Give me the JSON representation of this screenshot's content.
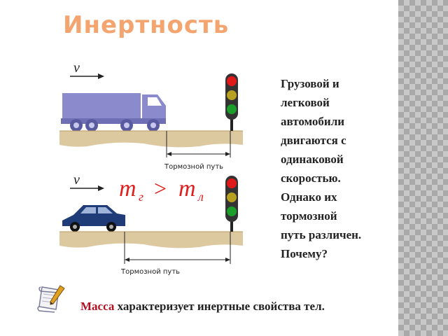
{
  "slide": {
    "title": "Инертность",
    "velocity_label": "v",
    "braking_label": "Тормозной путь",
    "formula": {
      "left_mass": "m",
      "left_sub": "г",
      "operator": ">",
      "right_mass": "m",
      "right_sub": "л"
    },
    "side_text_lines": [
      "Грузовой и",
      "легковой",
      "автомобили",
      "двигаются с",
      "одинаковой",
      "скоростью.",
      "Однако их",
      "тормозной",
      "путь различен.",
      "Почему?"
    ],
    "conclusion": {
      "highlight": "Масса",
      "rest": "характеризует инертные свойства тел."
    }
  },
  "colors": {
    "title": "#f4a46f",
    "truck": "#8a8acc",
    "car": "#1f3b78",
    "road": "#ddc9a0",
    "light_red": "#e01a1a",
    "light_yellow": "#b8a020",
    "light_green": "#1b9e2a",
    "highlight": "#b01020"
  }
}
